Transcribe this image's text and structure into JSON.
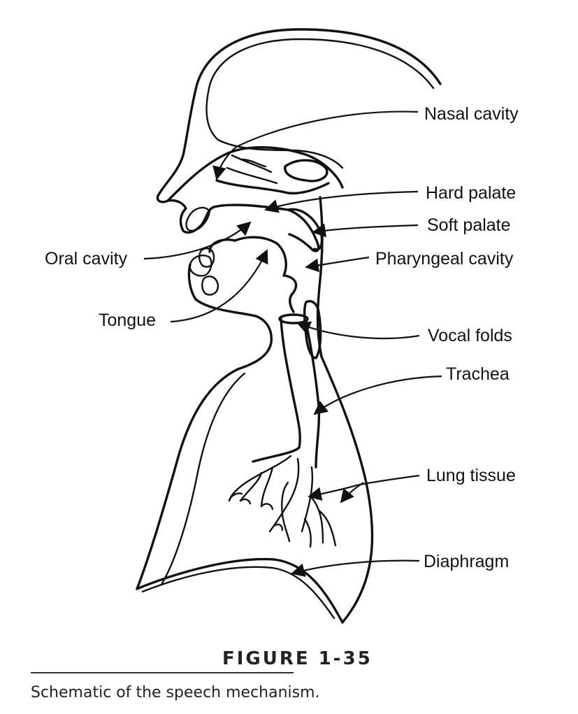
{
  "figure": {
    "number": "FIGURE 1-35",
    "caption": "Schematic of the speech mechanism."
  },
  "labels": {
    "nasal_cavity": "Nasal cavity",
    "hard_palate": "Hard palate",
    "soft_palate": "Soft palate",
    "oral_cavity": "Oral cavity",
    "pharyngeal_cavity": "Pharyngeal cavity",
    "tongue": "Tongue",
    "vocal_folds": "Vocal folds",
    "trachea": "Trachea",
    "lung_tissue": "Lung tissue",
    "diaphragm": "Diaphragm"
  }
}
